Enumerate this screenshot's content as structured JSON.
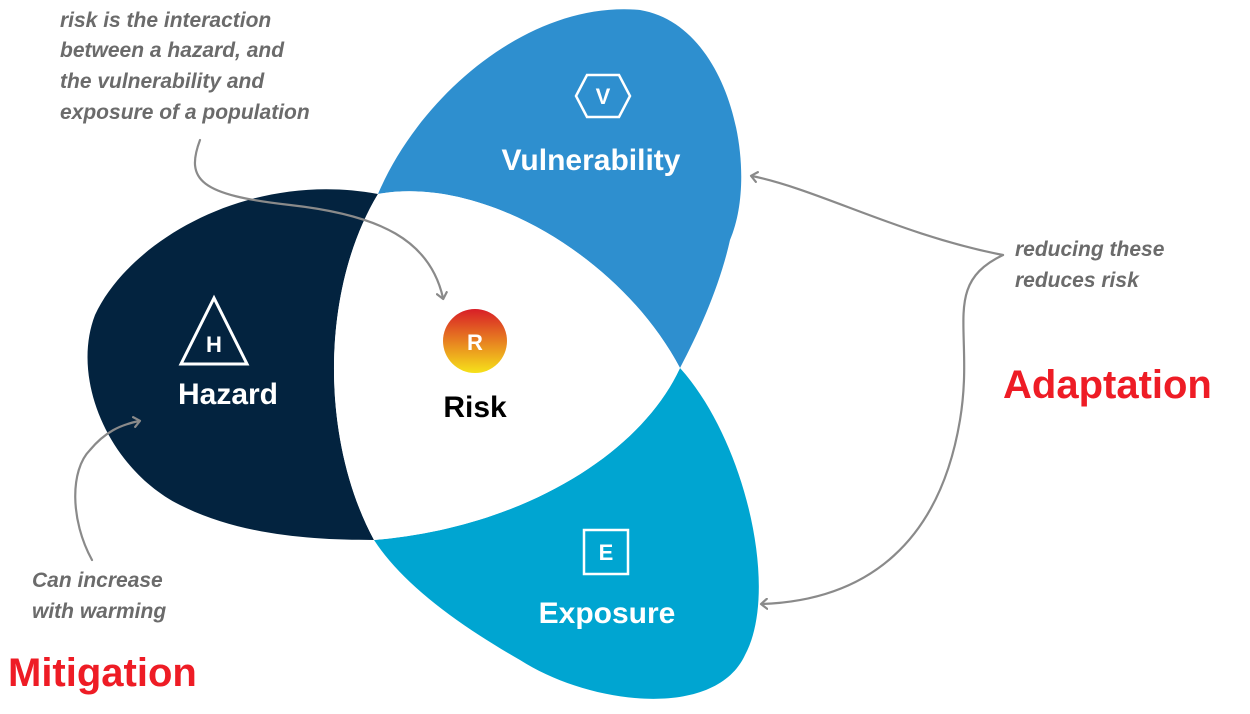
{
  "diagram": {
    "hazard": {
      "label": "Hazard",
      "icon_letter": "H",
      "icon": "triangle-icon",
      "color": "#03233f"
    },
    "vulnerability": {
      "label": "Vulnerability",
      "icon_letter": "V",
      "icon": "hexagon-icon",
      "color": "#2e8fcf"
    },
    "exposure": {
      "label": "Exposure",
      "icon_letter": "E",
      "icon": "square-icon",
      "color": "#00a5d1"
    },
    "risk": {
      "label": "Risk",
      "icon_letter": "R",
      "icon": "circle-gradient-icon",
      "gradient": [
        "#d81e27",
        "#f6e21a"
      ]
    }
  },
  "annotations": {
    "risk_definition": [
      "risk is the interaction",
      "between a hazard, and",
      "the vulnerability and",
      "exposure of a population"
    ],
    "reducing": [
      "reducing these",
      "reduces risk"
    ],
    "warming": [
      "Can increase",
      "with warming"
    ]
  },
  "headings": {
    "adaptation": "Adaptation",
    "mitigation": "Mitigation"
  },
  "colors": {
    "accent_red": "#ee1c25",
    "annotation_gray": "#6b6b6b",
    "arrow_gray": "#8a8a8a"
  }
}
